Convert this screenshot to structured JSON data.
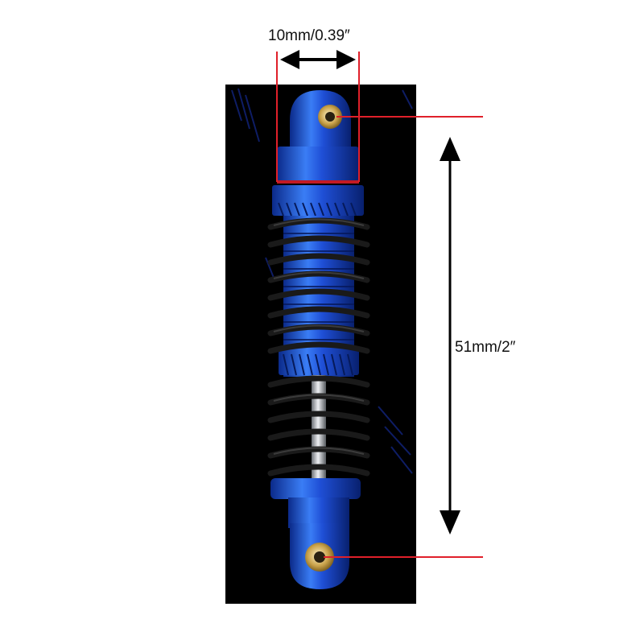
{
  "dimensions": {
    "width_label": "10mm/0.39″",
    "length_label": "51mm/2″",
    "width_mm": 10,
    "width_in": 0.39,
    "length_mm": 51,
    "length_in": 2
  },
  "colors": {
    "background": "#ffffff",
    "photo_backdrop": "#000000",
    "anodized_blue": "#1f4fd6",
    "marker_line": "#e0202a",
    "arrow": "#000000",
    "spring": "#1a1a1a",
    "shaft": "#c9ccd1",
    "brass_bushing": "#c9a24a"
  },
  "icons": {
    "width_arrow": "double-headed-horizontal-arrow-icon",
    "length_arrow": "double-headed-vertical-arrow-icon"
  }
}
